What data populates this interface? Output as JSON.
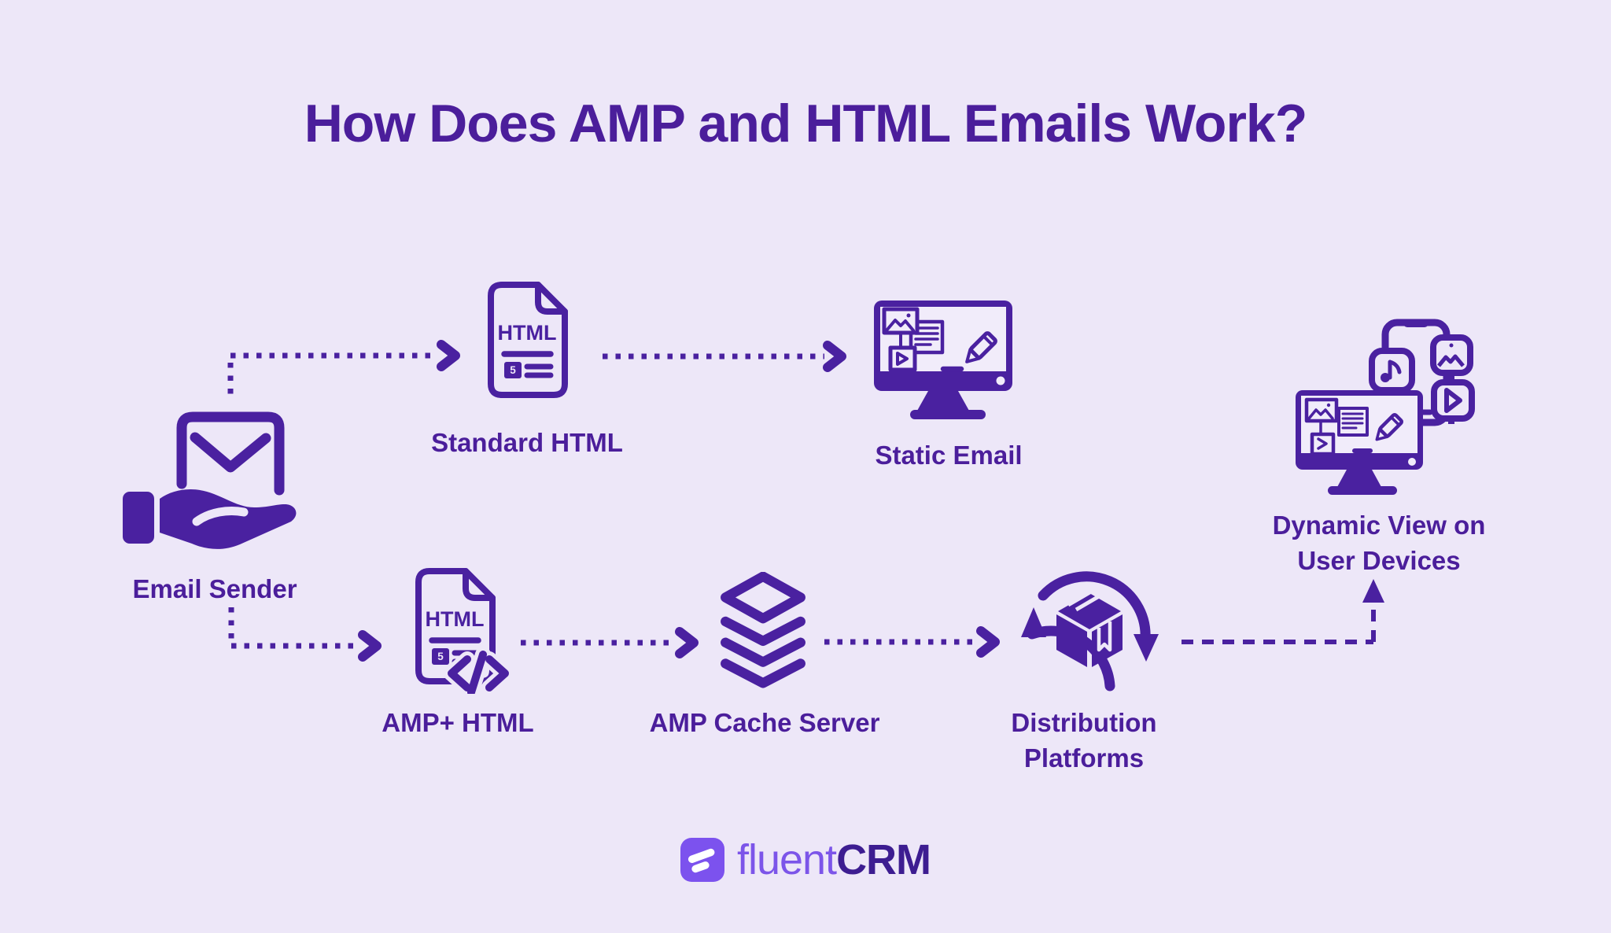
{
  "title": "How Does AMP and HTML Emails Work?",
  "colors": {
    "background": "#EDE7F8",
    "primary_purple": "#4A21A0",
    "text_purple": "#4B1E9B",
    "brand_light_purple": "#7C55E9",
    "brand_dark_purple": "#3D1D91"
  },
  "nodes": {
    "email_sender": {
      "label": "Email Sender"
    },
    "standard_html": {
      "label": "Standard HTML",
      "doc_text": "HTML",
      "doc_badge": "5"
    },
    "static_email": {
      "label": "Static Email"
    },
    "amp_html": {
      "label": "AMP+ HTML",
      "doc_text": "HTML",
      "doc_badge": "5"
    },
    "amp_cache_server": {
      "label": "AMP Cache Server"
    },
    "distribution_platforms": {
      "label": "Distribution Platforms"
    },
    "dynamic_view": {
      "label_line1": "Dynamic View on",
      "label_line2": "User Devices"
    }
  },
  "footer": {
    "brand_prefix": "fluent",
    "brand_suffix": "CRM"
  }
}
